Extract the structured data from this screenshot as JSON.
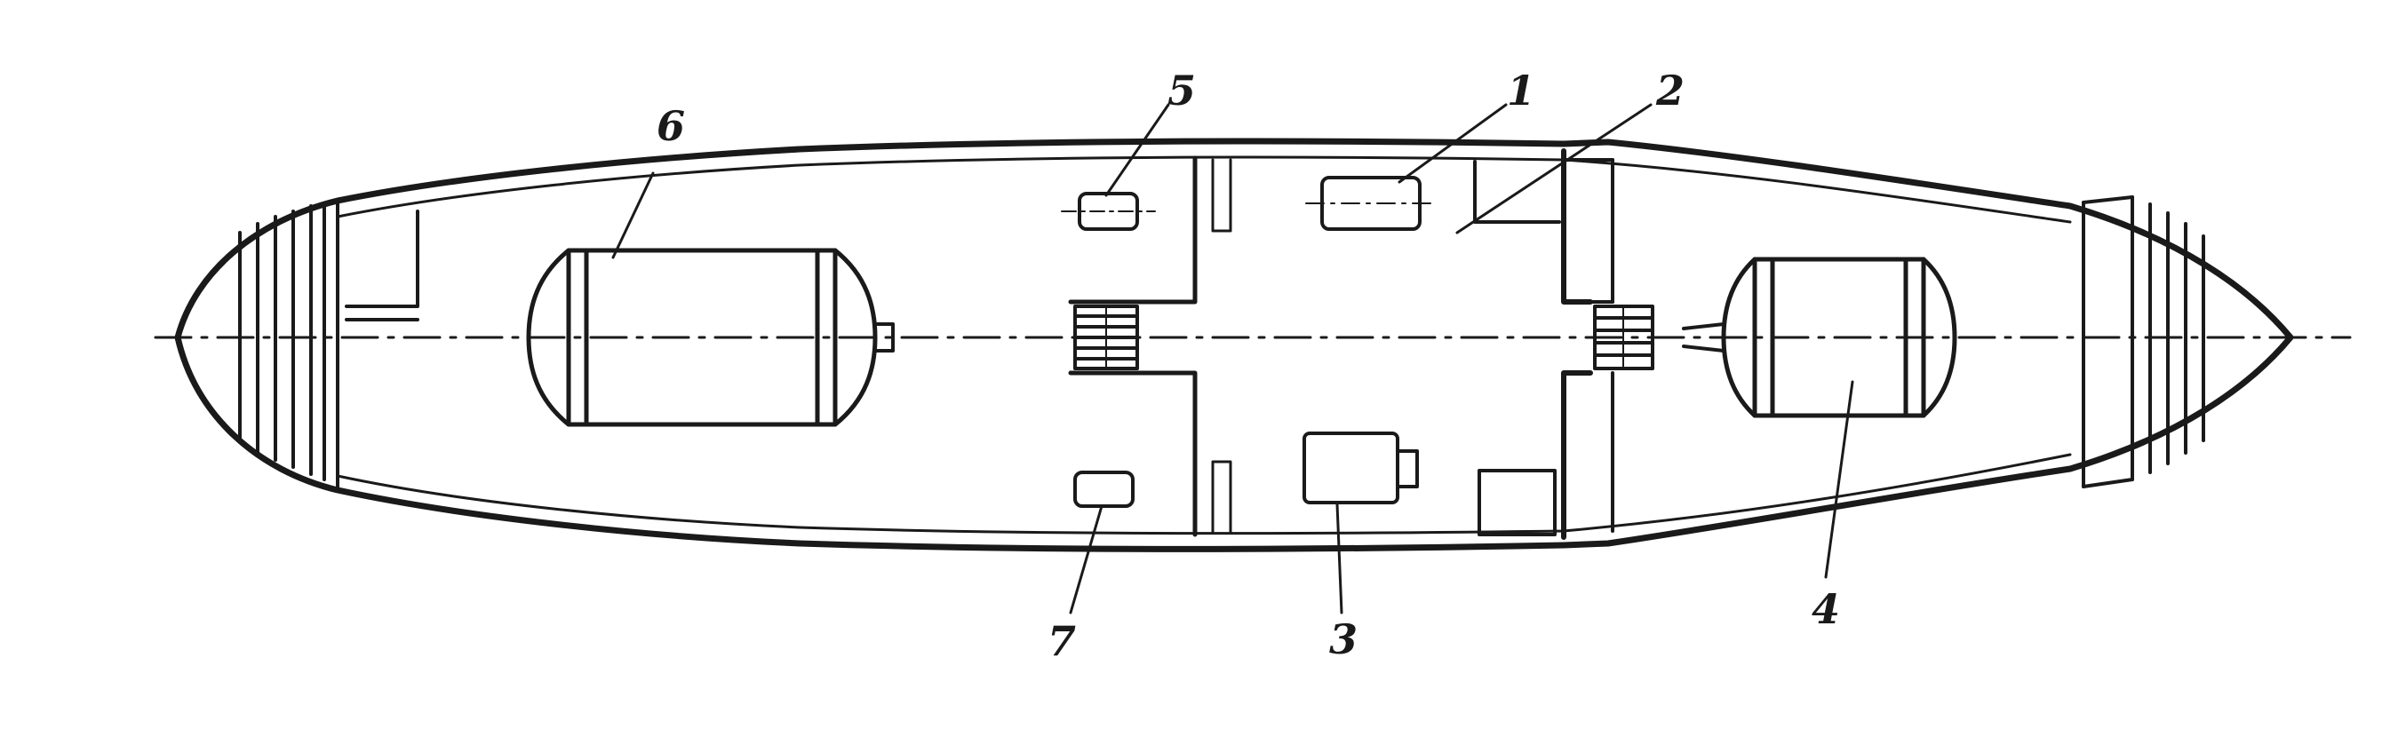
{
  "colors": {
    "ink": "#1a1a1a",
    "paper": "#ffffff"
  },
  "labels": {
    "l1": "1",
    "l2": "2",
    "l3": "3",
    "l4": "4",
    "l5": "5",
    "l6": "6",
    "l7": "7"
  }
}
